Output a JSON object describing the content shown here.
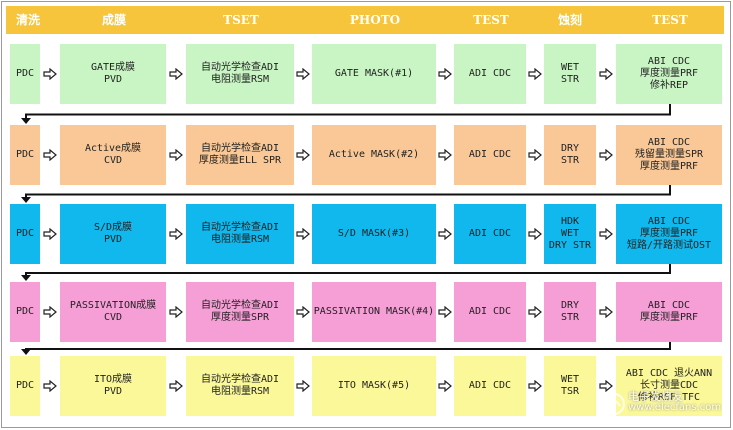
{
  "headers": [
    "清洗",
    "成膜",
    "TSET",
    "PHOTO",
    "TEST",
    "蚀刻",
    "TEST"
  ],
  "rows": [
    {
      "cells": [
        [
          "PDC"
        ],
        [
          "GATE成膜",
          "PVD"
        ],
        [
          "自动光学检查ADI",
          "电阻测量RSM"
        ],
        [
          "GATE MASK(#1)"
        ],
        [
          "ADI CDC"
        ],
        [
          "WET",
          "STR"
        ],
        [
          "ABI CDC",
          "厚度测量PRF",
          "修补REP"
        ]
      ]
    },
    {
      "cells": [
        [
          "PDC"
        ],
        [
          "Active成膜",
          "CVD"
        ],
        [
          "自动光学检查ADI",
          "厚度测量ELL SPR"
        ],
        [
          "Active MASK(#2)"
        ],
        [
          "ADI CDC"
        ],
        [
          "DRY",
          "STR"
        ],
        [
          "ABI CDC",
          "残留量测量SPR",
          "厚度测量PRF"
        ]
      ]
    },
    {
      "cells": [
        [
          "PDC"
        ],
        [
          "S/D成膜",
          "PVD"
        ],
        [
          "自动光学检查ADI",
          "电阻测量RSM"
        ],
        [
          "S/D MASK(#3)"
        ],
        [
          "ADI CDC"
        ],
        [
          "HDK",
          "WET",
          "DRY STR"
        ],
        [
          "ABI CDC",
          "厚度测量PRF",
          "短路/开路测试OST"
        ]
      ]
    },
    {
      "cells": [
        [
          "PDC"
        ],
        [
          "PASSIVATION成膜",
          "CVD"
        ],
        [
          "自动光学检查ADI",
          "厚度测量SPR"
        ],
        [
          "PASSIVATION MASK(#4)"
        ],
        [
          "ADI CDC"
        ],
        [
          "DRY",
          "STR"
        ],
        [
          "ABI CDC",
          "厚度测量PRF"
        ]
      ]
    },
    {
      "cells": [
        [
          "PDC"
        ],
        [
          "ITO成膜",
          "PVD"
        ],
        [
          "自动光学检查ADI",
          "电阻测量RSM"
        ],
        [
          "ITO MASK(#5)"
        ],
        [
          "ADI CDC"
        ],
        [
          "WET",
          "TSR"
        ],
        [
          "ABI CDC 退火ANN",
          "长寸测量CDC",
          "修补RSF TFC"
        ]
      ]
    }
  ],
  "watermark": {
    "line1": "电子发烧友",
    "line2": "www.elecfans.com"
  }
}
